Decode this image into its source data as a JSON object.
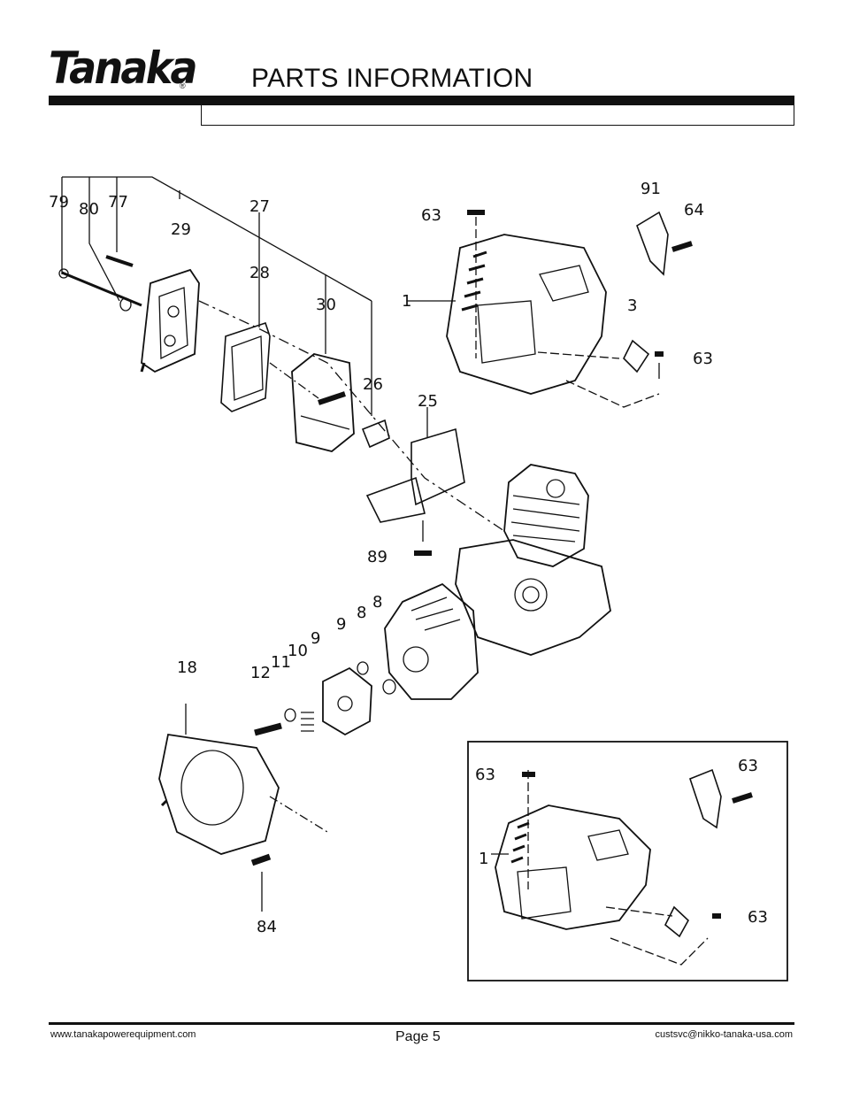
{
  "header": {
    "brand": "Tanaka",
    "registered_mark": "®",
    "title": "PARTS INFORMATION"
  },
  "labels": {
    "p79": "79",
    "p80": "80",
    "p77": "77",
    "p29": "29",
    "p27": "27",
    "p28": "28",
    "p30": "30",
    "p26": "26",
    "p25": "25",
    "p89": "89",
    "p1": "1",
    "p63a": "63",
    "p91": "91",
    "p64": "64",
    "p3": "3",
    "p63b": "63",
    "p18": "18",
    "p12": "12",
    "p11": "11",
    "p10": "10",
    "p9a": "9",
    "p9b": "9",
    "p8a": "8",
    "p8b": "8",
    "p84": "84",
    "inset_63a": "63",
    "inset_63b": "63",
    "inset_1": "1",
    "inset_63c": "63"
  },
  "footer": {
    "website": "www.tanakapowerequipment.com",
    "page": "Page 5",
    "email": "custsvc@nikko-tanaka-usa.com"
  }
}
